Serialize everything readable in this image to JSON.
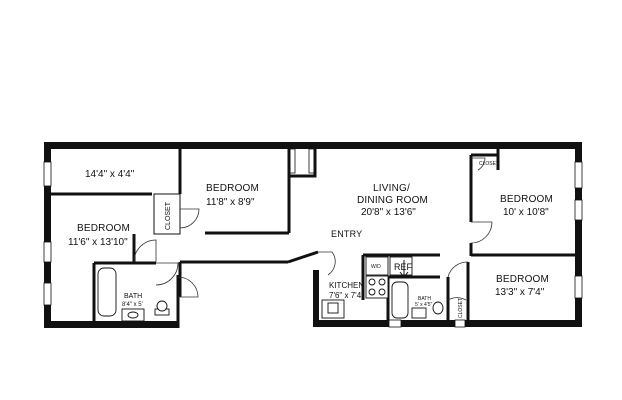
{
  "rooms": {
    "top_space": {
      "dim": "14'4\" x 4'4\""
    },
    "bedroom_top": {
      "name": "BEDROOM",
      "dim": "11'8\" x 8'9\""
    },
    "bedroom_left": {
      "name": "BEDROOM",
      "dim": "11'6\" x 13'10\""
    },
    "living": {
      "name": "LIVING/",
      "name2": "DINING ROOM",
      "dim": "20'8\" x 13'6\""
    },
    "bedroom_right_top": {
      "name": "BEDROOM",
      "dim": "10' x 10'8\""
    },
    "bedroom_right_bottom": {
      "name": "BEDROOM",
      "dim": "13'3\" x 7'4\""
    },
    "kitchen": {
      "name": "KITCHEN",
      "dim": "7'6\" x 7'4\""
    },
    "bath_left": {
      "name": "BATH",
      "dim": "8'4\" x 5'"
    },
    "bath_right": {
      "name": "BATH",
      "dim": "5' x 4'5\""
    }
  },
  "labels": {
    "entry": "ENTRY",
    "closet_left": "CLOSET",
    "closet_right_top": "CLOSET",
    "closet_right_bottom": "CLOSET",
    "wd": "W/D",
    "ref": "REF"
  },
  "colors": {
    "wall": "#111111",
    "background": "#ffffff"
  }
}
